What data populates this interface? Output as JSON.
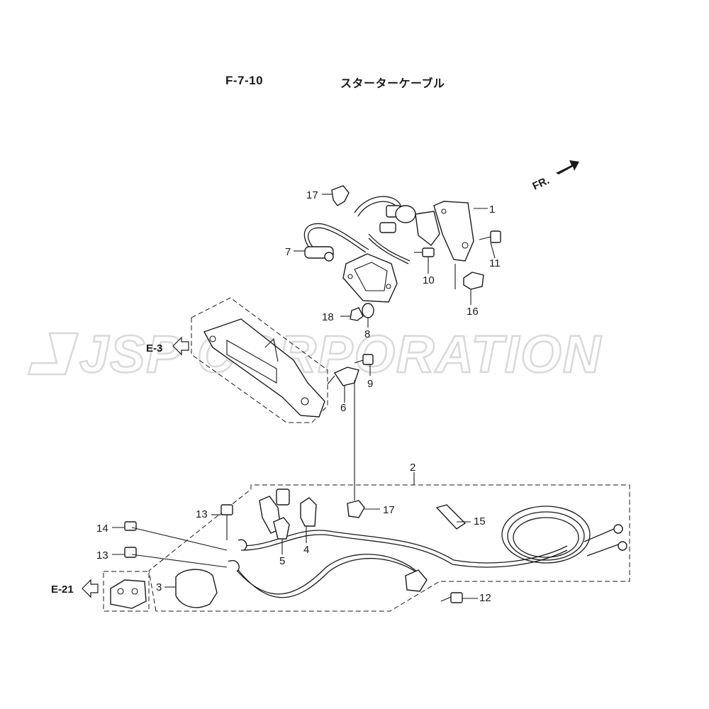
{
  "header": {
    "figure_code": "F-7-10",
    "title": "スターターケーブル"
  },
  "direction": {
    "label": "FR."
  },
  "watermark": {
    "text": "JSP CORPORATION"
  },
  "references": [
    {
      "id": "e3",
      "label": "E-3"
    },
    {
      "id": "e21",
      "label": "E-21"
    }
  ],
  "callouts": [
    "1",
    "2",
    "3",
    "4",
    "5",
    "6",
    "7",
    "8",
    "9",
    "10",
    "11",
    "12",
    "13",
    "13",
    "14",
    "15",
    "16",
    "17",
    "17",
    "18"
  ]
}
